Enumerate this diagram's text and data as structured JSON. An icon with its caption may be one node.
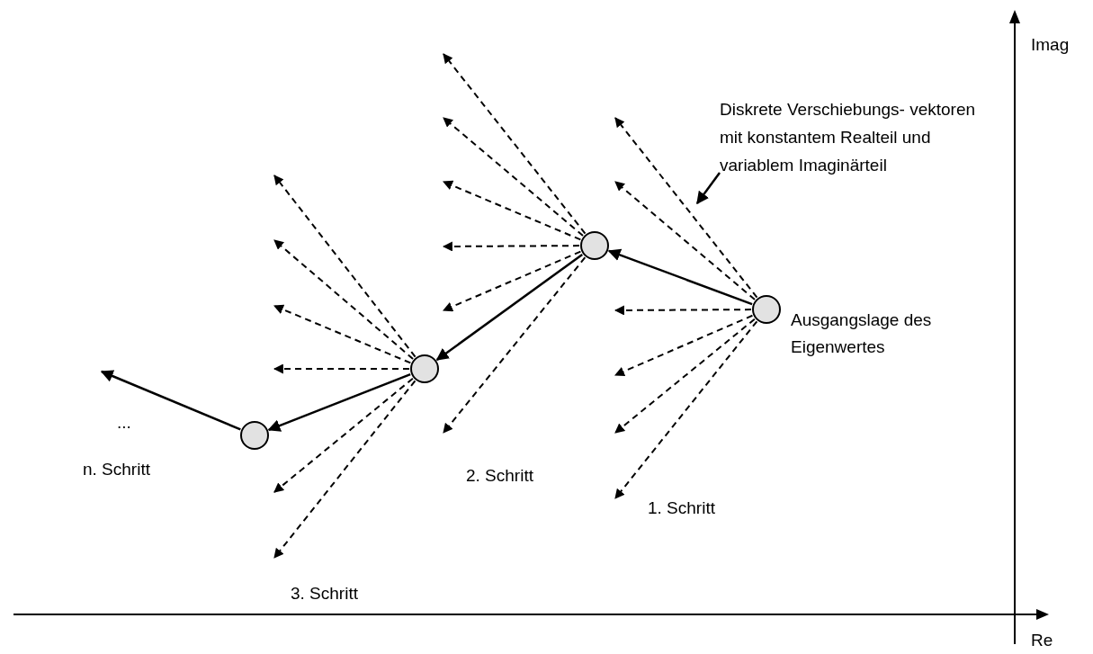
{
  "diagram": {
    "nodes": [
      {
        "text": [],
        "shape": "circle"
      },
      {
        "text": [],
        "shape": "circle"
      },
      {
        "text": [],
        "shape": "circle"
      },
      {
        "text": [],
        "shape": "circle",
        "beside": [
          "Ausgangslage des Eigenwertes"
        ]
      },
      {
        "text": [
          "Diskrete Verschiebungs- vektoren mit konstantem Realteil und variablem Imaginärteil"
        ]
      }
    ],
    "edges": [
      {
        "from": 3,
        "to": null,
        "arrow": "to",
        "style": "dashed"
      },
      {
        "from": 3,
        "to": null,
        "arrow": "to",
        "style": "dashed"
      },
      {
        "from": 3,
        "to": null,
        "arrow": "to",
        "style": "dashed"
      },
      {
        "from": 3,
        "to": null,
        "arrow": "to",
        "style": "dashed"
      },
      {
        "from": 3,
        "to": null,
        "arrow": "to",
        "style": "dashed"
      },
      {
        "from": 3,
        "to": null,
        "arrow": "to",
        "style": "dashed"
      },
      {
        "from": 2,
        "to": null,
        "arrow": "to",
        "style": "dashed"
      },
      {
        "from": 2,
        "to": null,
        "arrow": "to",
        "style": "dashed"
      },
      {
        "from": 2,
        "to": null,
        "arrow": "to",
        "style": "dashed"
      },
      {
        "from": 2,
        "to": null,
        "arrow": "to",
        "style": "dashed"
      },
      {
        "from": 2,
        "to": null,
        "arrow": "to",
        "style": "dashed"
      },
      {
        "from": 2,
        "to": null,
        "arrow": "to",
        "style": "dashed"
      },
      {
        "from": 1,
        "to": null,
        "arrow": "to",
        "style": "dashed"
      },
      {
        "from": 1,
        "to": null,
        "arrow": "to",
        "style": "dashed"
      },
      {
        "from": 1,
        "to": null,
        "arrow": "to",
        "style": "dashed"
      },
      {
        "from": 1,
        "to": null,
        "arrow": "to",
        "style": "dashed"
      },
      {
        "from": 1,
        "to": null,
        "arrow": "to",
        "style": "dashed"
      },
      {
        "from": 1,
        "to": null,
        "arrow": "to",
        "style": "dashed"
      },
      {
        "from": 3,
        "to": 2,
        "arrow": "to"
      },
      {
        "from": 2,
        "to": 1,
        "arrow": "to"
      },
      {
        "from": 1,
        "to": 0,
        "arrow": "to"
      },
      {
        "from": 0,
        "to": null,
        "arrow": "to"
      },
      {
        "from": 4,
        "to": null,
        "arrow": "to"
      }
    ],
    "labels": [
      "Imag",
      "...",
      "n. Schritt",
      "2. Schritt",
      "1. Schritt",
      "3. Schritt",
      "Re"
    ]
  }
}
